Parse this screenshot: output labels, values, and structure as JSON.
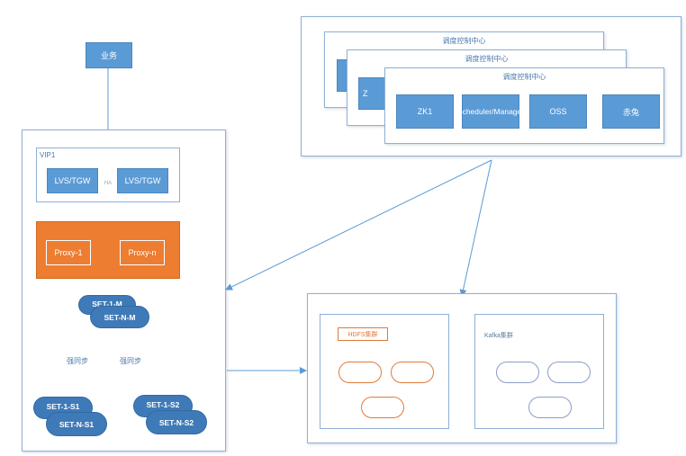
{
  "business": {
    "label": "业务"
  },
  "control_center": {
    "titles": [
      "调度控制中心",
      "调度控制中心",
      "调度控制中心"
    ],
    "items": [
      "ZK1",
      "Scheduler/Manager",
      "OSS",
      "赤兔"
    ],
    "peek_label": "Z"
  },
  "vip": {
    "label": "VIP1",
    "lvs_left": "LVS/TGW",
    "lvs_right": "LVS/TGW",
    "ha_label": "HA"
  },
  "proxy": {
    "left": "Proxy-1",
    "right": "Proxy-n"
  },
  "sets": {
    "master_back": "SET-1-M",
    "master_front": "SET-N-M",
    "sync_left": "强同步",
    "sync_right": "强同步",
    "s1_back": "SET-1-S1",
    "s1_front": "SET-N-S1",
    "s2_back": "SET-1-S2",
    "s2_front": "SET-N-S2"
  },
  "storage": {
    "hdfs_label": "HDFS集群",
    "kafka_label": "Kafka集群"
  },
  "colors": {
    "blue": "#5b9bd5",
    "proxy_orange": "#ed7d31",
    "set_blue": "#3f7ab8",
    "arrow": "#5b9bd5"
  }
}
